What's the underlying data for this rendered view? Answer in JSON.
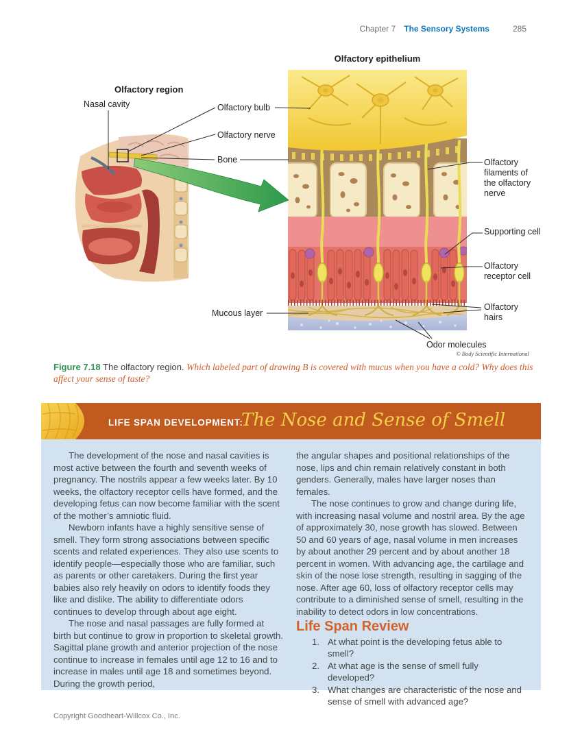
{
  "header": {
    "chapter": "Chapter 7",
    "title": "The Sensory Systems",
    "page_number": "285"
  },
  "figure": {
    "panel_a_title": "Olfactory region",
    "panel_b_title": "Olfactory epithelium",
    "labels": {
      "nasal_cavity": "Nasal cavity",
      "olfactory_bulb": "Olfactory bulb",
      "olfactory_nerve": "Olfactory nerve",
      "bone": "Bone",
      "mucous_layer": "Mucous layer",
      "olfactory_filaments": "Olfactory filaments of the olfactory nerve",
      "supporting_cell": "Supporting cell",
      "olfactory_receptor_cell": "Olfactory receptor cell",
      "olfactory_hairs": "Olfactory hairs",
      "odor_molecules": "Odor molecules"
    },
    "credit": "© Body Scientific International",
    "caption": {
      "number": "Figure 7.18",
      "text": "The olfactory region.",
      "question": "Which labeled part of drawing B is covered with mucus when you have a cold? Why does this affect your sense of taste?"
    }
  },
  "feature": {
    "kicker": "LIFE SPAN DEVELOPMENT:",
    "title": "The Nose and Sense of Smell",
    "col1": [
      "The development of the nose and nasal cavities is most active between the fourth and seventh weeks of pregnancy. The nostrils appear a few weeks later. By 10 weeks, the olfactory receptor cells have formed, and the developing fetus can now become familiar with the scent of the mother’s amniotic fluid.",
      "Newborn infants have a highly sensitive sense of smell. They form strong associations between specific scents and related experiences. They also use scents to identify people—especially those who are familiar, such as parents or other caretakers. During the first year babies also rely heavily on odors to identify foods they like and dislike. The ability to differentiate odors continues to develop through about age eight.",
      "The nose and nasal passages are fully formed at birth but continue to grow in proportion to skeletal growth. Sagittal plane growth and anterior projection of the nose continue to increase in females until age 12 to 16 and to increase in males until age 18 and sometimes beyond. During the growth period,"
    ],
    "col2": [
      "the angular shapes and positional relationships of the nose, lips and chin remain relatively constant in both genders. Generally, males have larger noses than females.",
      "The nose continues to grow and change during life, with increasing nasal volume and nostril area. By the age of approximately 30, nose growth has slowed. Between 50 and 60 years of age, nasal volume in men increases by about another 29 percent and by about another 18 percent in women. With advancing age, the cartilage and skin of the nose lose strength, resulting in sagging of the nose. After age 60, loss of olfactory receptor cells may contribute to a diminished sense of smell, resulting in the inability to detect odors in low concentrations."
    ],
    "review": {
      "heading": "Life Span Review",
      "questions": [
        {
          "num": "1.",
          "text": "At what point is the developing fetus able to smell?"
        },
        {
          "num": "2.",
          "text": "At what age is the sense of smell fully developed?"
        },
        {
          "num": "3.",
          "text": "What changes are characteristic of the nose and sense of smell with advanced age?"
        }
      ]
    }
  },
  "footer": "Copyright Goodheart-Willcox Co., Inc.",
  "colors": {
    "header_blue": "#0d76bb",
    "figure_number_green": "#2f9152",
    "caption_question_orange": "#cc5c28",
    "feature_bar_orange": "#c05a1f",
    "feature_title_yellow": "#f6cf4b",
    "feature_body_blue": "#d2e2f1",
    "review_heading_orange": "#d2622a"
  }
}
